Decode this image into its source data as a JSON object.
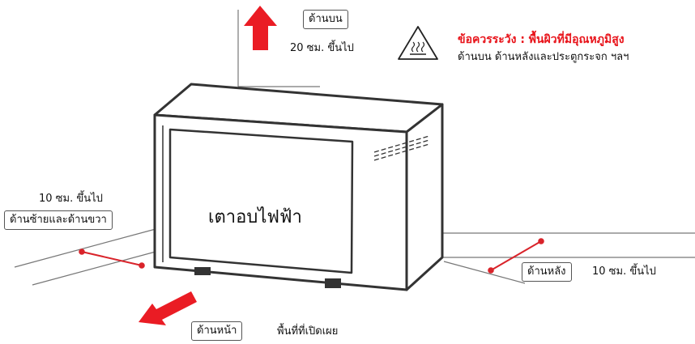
{
  "appliance_name": "เตาอบไฟฟ้า",
  "clearances": {
    "top": {
      "label": "ด้านบน",
      "distance": "20 ซม. ขึ้นไป"
    },
    "sides": {
      "label": "ด้านซ้ายและด้านขวา",
      "distance": "10 ซม. ขึ้นไป"
    },
    "back": {
      "label": "ด้านหลัง",
      "distance": "10 ซม. ขึ้นไป"
    },
    "front": {
      "label": "ด้านหน้า",
      "note": "พื้นที่ที่เปิดเผย"
    }
  },
  "warning": {
    "title": "ข้อควรระวัง : พื้นผิวที่มีอุณหภูมิสูง",
    "text": "ด้านบน ด้านหลังและประตูกระจก ฯลฯ",
    "icon": "hot-surface-icon"
  },
  "colors": {
    "arrow": "#ea1c24",
    "clearance_line": "#d9232a",
    "warning_text": "#e8141b",
    "outline": "#333333"
  }
}
